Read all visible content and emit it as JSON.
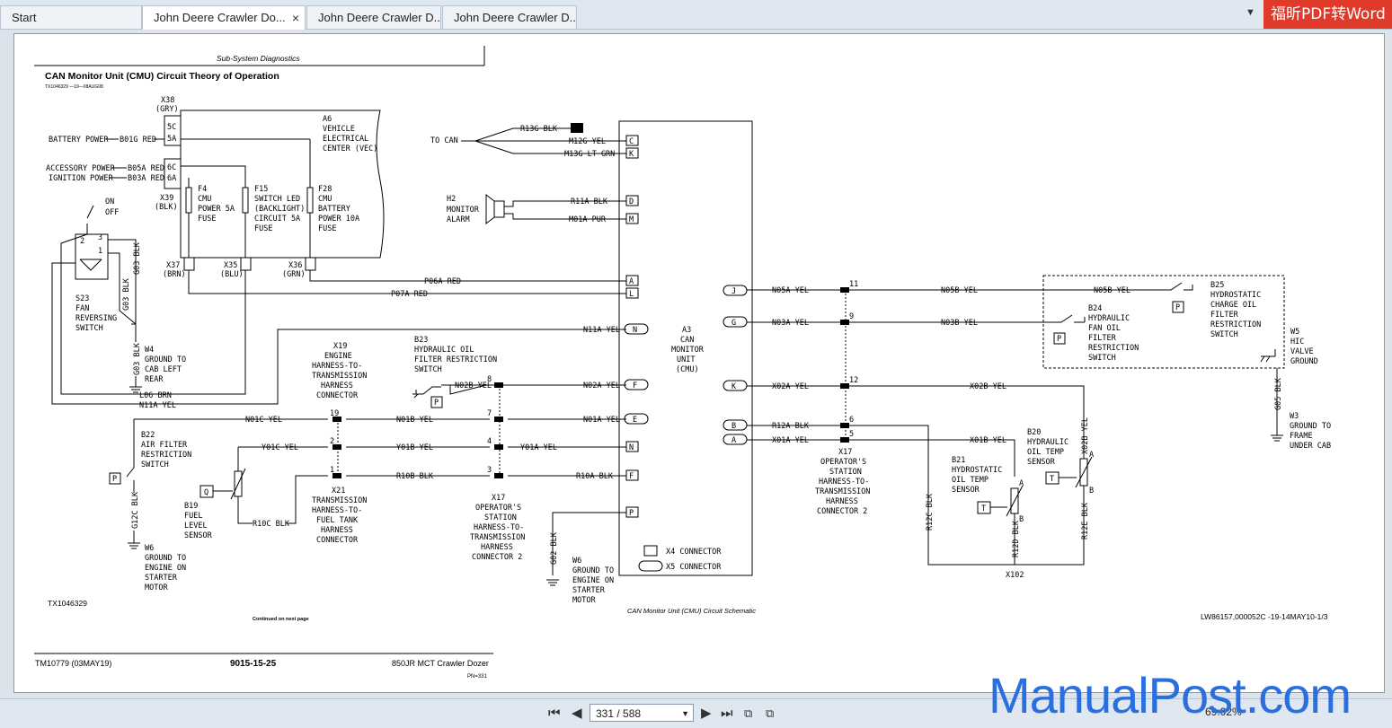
{
  "tabs": [
    {
      "label": "Start"
    },
    {
      "label": "John Deere Crawler Do...",
      "close": "×"
    },
    {
      "label": "John Deere Crawler D..."
    },
    {
      "label": "John Deere Crawler D..."
    }
  ],
  "tab_menu": "▼",
  "brand": "福昕PDF转Word",
  "doc": {
    "section": "Sub-System Diagnostics",
    "title": "CAN Monitor Unit (CMU) Circuit Theory of Operation",
    "code": "TX1046329 —19—08AUG08",
    "caption": "CAN Monitor Unit (CMU) Circuit Schematic",
    "ref_left": "TX1046329",
    "continued": "Continued on next page",
    "ref_right": "LW86157,000052C -19-14MAY10-1/3",
    "footer_left": "TM10779 (03MAY19)",
    "footer_center": "9015-15-25",
    "footer_right": "850JR MCT Crawler Dozer",
    "footer_pn": "PN=331"
  },
  "labels": {
    "x38": "X38",
    "x38c": "(GRY)",
    "battery": "BATTERY POWER",
    "b01g": "B01G RED",
    "p5c": "5C",
    "p5a": "5A",
    "a6": "A6",
    "a6a": "VEHICLE",
    "a6b": "ELECTRICAL",
    "a6c": "CENTER (VEC)",
    "acc": "ACCESSORY POWER",
    "ign": "IGNITION POWER",
    "b05a": "B05A RED",
    "b03a": "B03A RED",
    "p6c": "6C",
    "p6a": "6A",
    "x39": "X39",
    "x39c": "(BLK)",
    "f4": "F4",
    "f4a": "CMU",
    "f4b": "POWER 5A",
    "f4c": "FUSE",
    "f15": "F15",
    "f15a": "SWITCH LED",
    "f15b": "(BACKLIGHT)",
    "f15c": "CIRCUIT 5A",
    "f15d": "FUSE",
    "f28": "F28",
    "f28a": "CMU",
    "f28b": "BATTERY",
    "f28c": "POWER 10A",
    "f28d": "FUSE",
    "on": "ON",
    "off": "OFF",
    "p2": "2",
    "p3": "3",
    "p1": "1",
    "s23": "S23",
    "s23a": "FAN",
    "s23b": "REVERSING",
    "s23c": "SWITCH",
    "g03a": "G03 BLK",
    "g03b": "G03 BLK",
    "g03c": "G03 BLK",
    "x37": "X37",
    "x37c": "(BRN)",
    "x35": "X35",
    "x35c": "(BLU)",
    "x36": "X36",
    "x36c": "(GRN)",
    "w4": "W4",
    "w4a": "GROUND TO",
    "w4b": "CAB LEFT",
    "w4c": "REAR",
    "l06": "L06 BRN",
    "n11a_l": "N11A YEL",
    "p06a": "P06A RED",
    "p07a": "P07A RED",
    "tocan": "TO CAN",
    "r13g": "R13G BLK",
    "m12g": "M12G YEL",
    "m13g": "M13G LT GRN",
    "h2": "H2",
    "h2a": "MONITOR",
    "h2b": "ALARM",
    "r11a": "R11A BLK",
    "m01a": "M01A PUR",
    "a3": "A3",
    "a3a": "CAN",
    "a3b": "MONITOR",
    "a3c": "UNIT",
    "a3d": "(CMU)",
    "n11a": "N11A YEL",
    "x19": "X19",
    "x19a": "ENGINE",
    "x19b": "HARNESS-TO-",
    "x19c": "TRANSMISSION",
    "x19d": "HARNESS",
    "x19e": "CONNECTOR",
    "b23": "B23",
    "b23a": "HYDRAULIC OIL",
    "b23b": "FILTER RESTRICTION",
    "b23c": "SWITCH",
    "n02b": "N02B YEL",
    "n02a": "N02A YEL",
    "n01c": "N01C YEL",
    "n01b": "N01B YEL",
    "n01a": "N01A YEL",
    "b22": "B22",
    "b22a": "AIR FILTER",
    "b22b": "RESTRICTION",
    "b22c": "SWITCH",
    "y01c": "Y01C YEL",
    "y01b": "Y01B YEL",
    "y01a": "Y01A YEL",
    "r10b": "R10B BLK",
    "r10a": "R10A BLK",
    "r10c": "R10C BLK",
    "b19": "B19",
    "b19a": "FUEL",
    "b19b": "LEVEL",
    "b19c": "SENSOR",
    "x21": "X21",
    "x21a": "TRANSMISSION",
    "x21b": "HARNESS-TO-",
    "x21c": "FUEL TANK",
    "x21d": "HARNESS",
    "x21e": "CONNECTOR",
    "x17": "X17",
    "x17a": "OPERATOR'S",
    "x17b": "STATION",
    "x17c": "HARNESS-TO-",
    "x17d": "TRANSMISSION",
    "x17e": "HARNESS",
    "x17f": "CONNECTOR 2",
    "g12c": "G12C BLK",
    "g02": "G02 BLK",
    "w6": "W6",
    "w6a": "GROUND TO",
    "w6b": "ENGINE ON",
    "w6c": "STARTER",
    "w6d": "MOTOR",
    "x4": "X4 CONNECTOR",
    "x5": "X5 CONNECTOR",
    "n05a": "N05A YEL",
    "n05b": "N05B YEL",
    "n03a": "N03A YEL",
    "n03b": "N03B YEL",
    "x02a": "X02A YEL",
    "x02b": "X02B YEL",
    "r12a": "R12A BLK",
    "x01a": "X01A YEL",
    "x01b": "X01B YEL",
    "b25": "B25",
    "b25a": "HYDROSTATIC",
    "b25b": "CHARGE OIL",
    "b25c": "FILTER",
    "b25d": "RESTRICTION",
    "b25e": "SWITCH",
    "b24": "B24",
    "b24a": "HYDRAULIC",
    "b24b": "FAN OIL",
    "b24c": "FILTER",
    "b24d": "RESTRICTION",
    "b24e": "SWITCH",
    "w5": "W5",
    "w5a": "HIC",
    "w5b": "VALVE",
    "w5c": "GROUND",
    "g05": "G05 BLK",
    "w3": "W3",
    "w3a": "GROUND TO",
    "w3b": "FRAME",
    "w3c": "UNDER CAB",
    "b20": "B20",
    "b20a": "HYDRAULIC",
    "b20b": "OIL TEMP",
    "b20c": "SENSOR",
    "b21": "B21",
    "b21a": "HYDROSTATIC",
    "b21b": "OIL TEMP",
    "b21c": "SENSOR",
    "r12c": "R12C BLK",
    "r12d": "R12D BLK",
    "r12e": "R12E BLK",
    "x102": "X102",
    "x02b_v": "X02B YEL",
    "pinA": "A",
    "pinB": "B",
    "pJ": "J",
    "pG": "G",
    "pK": "K",
    "pB": "B",
    "pA": "A",
    "pC": "C",
    "pK2": "K",
    "pD": "D",
    "pM": "M",
    "pA2": "A",
    "pL": "L",
    "pN": "N",
    "pF": "F",
    "pE": "E",
    "pN2": "N",
    "pF2": "F",
    "pP": "P",
    "n11": "11",
    "n9": "9",
    "n12": "12",
    "n6": "6",
    "n5": "5",
    "n8": "8",
    "n7": "7",
    "n4": "4",
    "n3": "3",
    "n19": "19",
    "n2": "2",
    "n1": "1",
    "lp": "P",
    "lq": "Q",
    "lt": "T"
  },
  "toolbar": {
    "first": "⏮",
    "prev": "◀",
    "page": "331 / 588",
    "next": "▶",
    "last": "⏭",
    "zoom": "69.02%"
  },
  "watermark": "ManualPost.com"
}
